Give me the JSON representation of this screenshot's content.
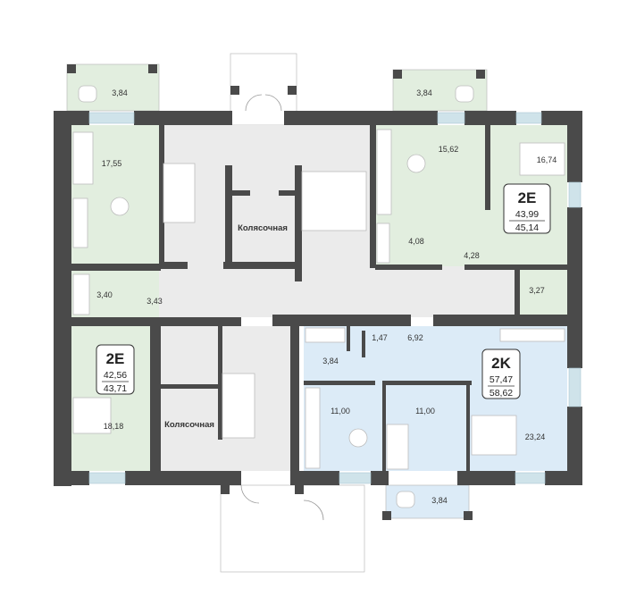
{
  "plan": {
    "colors": {
      "wall": "#4a4a4a",
      "green": "#e2eedf",
      "blue": "#dcebf7",
      "gray": "#ebebeb"
    },
    "apartments": [
      {
        "id": "left-top",
        "type": "2E",
        "area_living": "43,99",
        "area_total": "45,14",
        "rooms": {
          "balcony": "3,84",
          "kitchen_living": "17,55",
          "bath": "3,40",
          "hall": "3,43"
        }
      },
      {
        "id": "right-top",
        "type": "2E",
        "area_living": "43,99",
        "area_total": "45,14",
        "rooms": {
          "balcony": "3,84",
          "kitchen_living": "15,62",
          "bedroom": "16,74",
          "bath": "4,08",
          "hall": "4,28",
          "closet": "3,27"
        }
      },
      {
        "id": "left-bottom",
        "type": "2E",
        "area_living": "42,56",
        "area_total": "43,71",
        "rooms": {
          "bedroom": "18,18"
        }
      },
      {
        "id": "right-bottom",
        "type": "2K",
        "area_living": "57,47",
        "area_total": "58,62",
        "rooms": {
          "bath": "3,84",
          "wc": "1,47",
          "hall": "6,92",
          "kitchen": "11,00",
          "room": "11,00",
          "bedroom": "23,24",
          "balcony": "3,84"
        }
      }
    ],
    "common": {
      "stroller_room_top": "Колясочная",
      "stroller_room_bottom": "Колясочная"
    }
  }
}
